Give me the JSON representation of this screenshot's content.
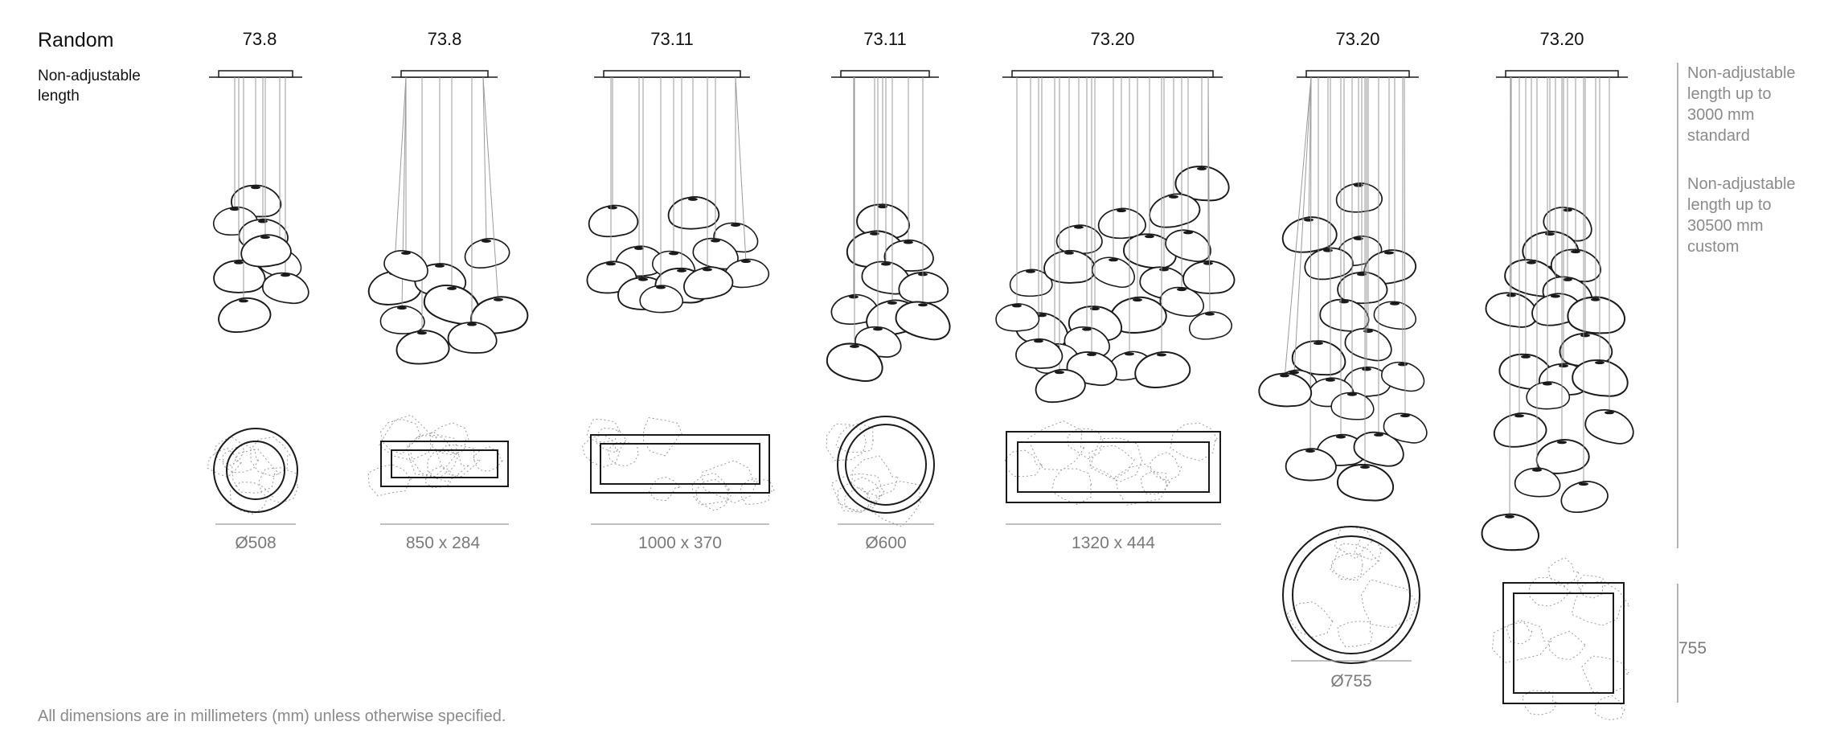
{
  "header": {
    "title": "Random",
    "subtitle": "Non-adjustable\nlength"
  },
  "models": [
    {
      "name": "73.8",
      "dimension": "Ø508"
    },
    {
      "name": "73.8",
      "dimension": "850 x 284"
    },
    {
      "name": "73.11",
      "dimension": "1000 x 370"
    },
    {
      "name": "73.11",
      "dimension": "Ø600"
    },
    {
      "name": "73.20",
      "dimension": "1320 x 444"
    },
    {
      "name": "73.20",
      "dimension": "Ø755"
    },
    {
      "name": "73.20",
      "dimension": "755"
    }
  ],
  "notes": {
    "standard": "Non-adjustable\nlength up to\n3000 mm\nstandard",
    "custom": "Non-adjustable\nlength up to\n30500 mm\ncustom"
  },
  "footer": "All dimensions are in millimeters (mm) unless otherwise specified.",
  "colors": {
    "line": "#1a1a1a",
    "cord": "#9a9a9a",
    "dotted": "#9a9a9a",
    "muted_text": "#8a8a8a"
  }
}
